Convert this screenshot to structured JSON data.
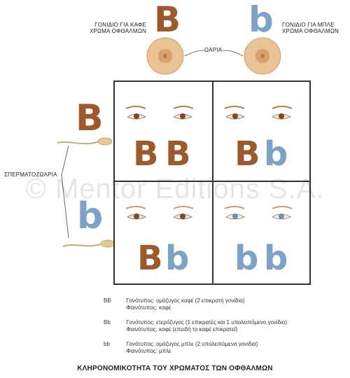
{
  "top_labels": {
    "left": [
      "ΓΟΝΙΔΙΟ ΓΙΑ ΚΑΦΕ",
      "ΧΡΩΜΑ ΟΦΘΑΛΜΩΝ"
    ],
    "right": [
      "ΓΟΝΙΔΙΟ ΓΙΑ ΜΠΛΕ",
      "ΧΡΩΜΑ ΟΦΘΑΛΜΩΝ"
    ],
    "ova": "ΩΑΡΙΑ"
  },
  "parents": {
    "egg_left": "B",
    "egg_right": "b",
    "sperm_top": "B",
    "sperm_bottom": "b",
    "sperm_label": "ΣΠΕΡΜΑΤΟΖΩΑΡΙΑ"
  },
  "cells": [
    {
      "pair": [
        "B",
        "B"
      ]
    },
    {
      "pair": [
        "B",
        "b"
      ]
    },
    {
      "pair": [
        "B",
        "b"
      ]
    },
    {
      "pair": [
        "b",
        "b"
      ]
    }
  ],
  "legend": [
    {
      "code": "BB",
      "lines": [
        "Γονότυπος: ομόζυγος καφέ (2 επικρατή γονίδια)",
        "Φαινότυπος: καφέ"
      ]
    },
    {
      "code": "Bb",
      "lines": [
        "Γονότυπος: ετερόζυγος (1 επικρατές και 1 υπολειπόμενο γονίδιο)",
        "Φαινότυπος: καφέ (επειδή το καφέ επικρατεί)"
      ]
    },
    {
      "code": "bb",
      "lines": [
        "Γονότυπος: ομόζυγος μπλε (2 υπολειπόμενα γονίδια)",
        "Φαινότυπος: μπλε"
      ]
    }
  ],
  "title": "ΚΛΗΡΟΝΟΜΙΚΟΤΗΤΑ ΤΟΥ ΧΡΩΜΑΤΟΣ ΤΩΝ ΟΦΘΑΛΜΩΝ",
  "watermark": "© Mentor Editions S.A.",
  "colors": {
    "brown": "#9c5a2c",
    "blue": "#7da2c8",
    "egg": "#e6b98a"
  }
}
